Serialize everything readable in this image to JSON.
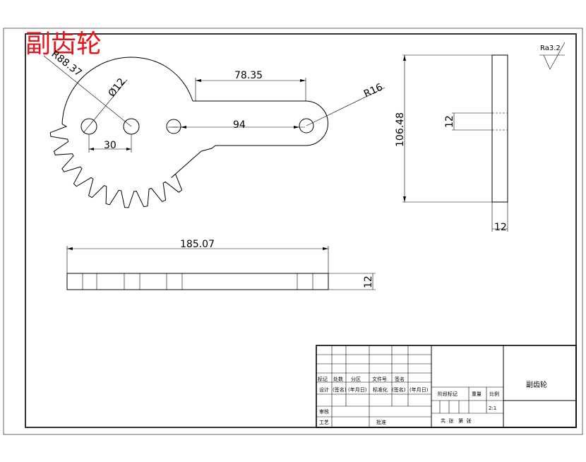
{
  "drawing_title": "副齿轮",
  "dimensions": {
    "outer_radius": "R88.37",
    "hole_diameter": "Ø12",
    "slot_length": "78.35",
    "end_radius": "R16",
    "center_distance": "94",
    "hole_spacing": "30",
    "side_height": "106.48",
    "side_hole": "12",
    "side_thickness": "12",
    "bottom_length": "185.07",
    "bottom_thickness": "12"
  },
  "roughness": "Ra3.2",
  "title_block": {
    "headers": [
      "标记",
      "处数",
      "分区",
      "文件号",
      "签名"
    ],
    "row_design": [
      "设计",
      "(签名)",
      "(年月日)",
      "标准化",
      "(签名)",
      "(年月日)"
    ],
    "row_review": "审核",
    "row_process": "工艺",
    "row_approve": "批准",
    "stage_label": "阶段标记",
    "weight_label": "重量",
    "scale_label": "比例",
    "scale_value": "2:1",
    "sheets": "共  张   第  张",
    "part_name": "副齿轮"
  },
  "colors": {
    "stamp": "#e8141a",
    "line": "#000000"
  }
}
